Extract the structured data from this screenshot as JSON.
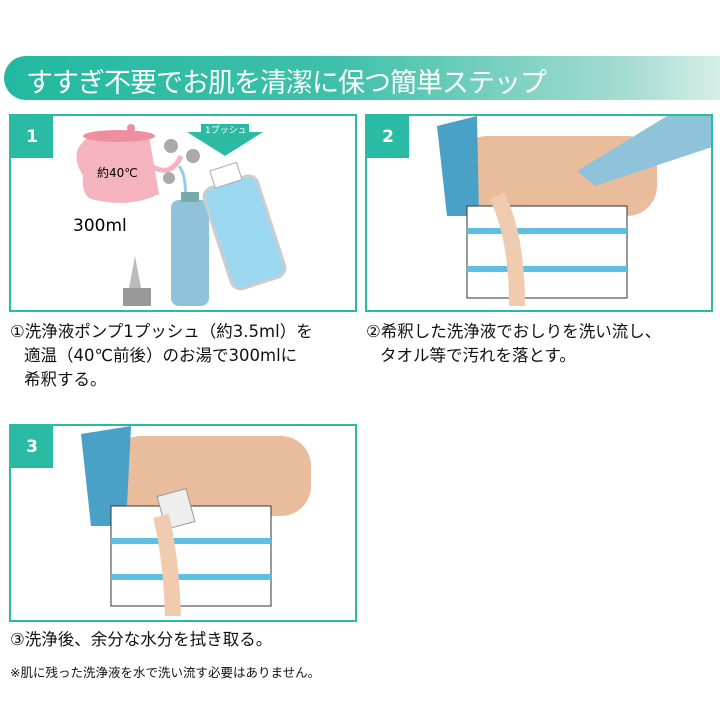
{
  "header": {
    "title": "すすぎ不要でお肌を清潔に保つ簡単ステップ"
  },
  "steps": [
    {
      "number": "1",
      "kettle_label": "約40℃",
      "push_label": "1プッシュ",
      "volume_label": "300ml",
      "caption_lines": [
        "①洗浄液ポンプ1プッシュ（約3.5ml）を",
        "適温（40℃前後）のお湯で300mlに",
        "希釈する。"
      ]
    },
    {
      "number": "2",
      "caption_lines": [
        "②希釈した洗浄液でおしりを洗い流し、",
        "タオル等で汚れを落とす。"
      ]
    },
    {
      "number": "3",
      "caption_lines": [
        "③洗浄後、余分な水分を拭き取る。"
      ],
      "note": "※肌に残った洗浄液を水で洗い流す必要はありません。"
    }
  ],
  "colors": {
    "accent": "#2bbaa3"
  }
}
